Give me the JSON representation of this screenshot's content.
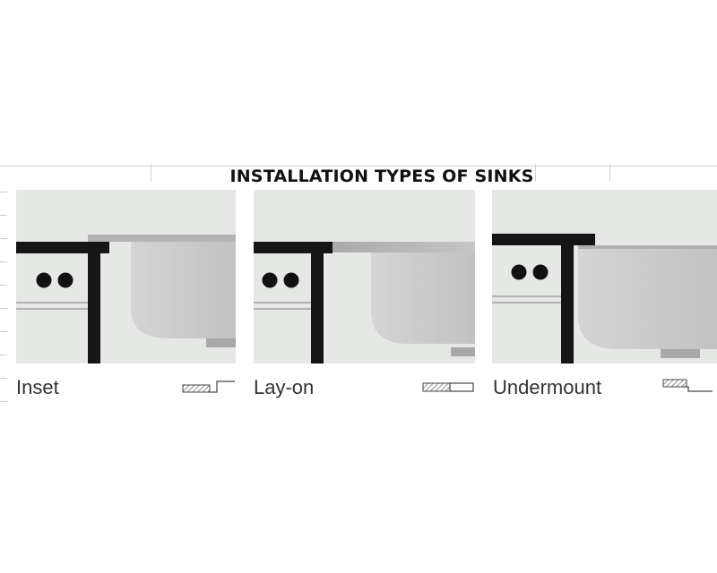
{
  "title": "INSTALLATION TYPES OF SINKS",
  "colors": {
    "countertop": "#151515",
    "panel_background": "#e6e8e6",
    "sink_bowl": "#c3c3c3",
    "sink_rim": "#b5b5b5",
    "knobs": "#111111"
  },
  "panels": [
    {
      "caption": "Inset",
      "symbol_icon": "inset-profile-icon"
    },
    {
      "caption": "Lay-on",
      "symbol_icon": "lay-on-profile-icon"
    },
    {
      "caption": "Undermount",
      "symbol_icon": "undermount-profile-icon"
    }
  ]
}
